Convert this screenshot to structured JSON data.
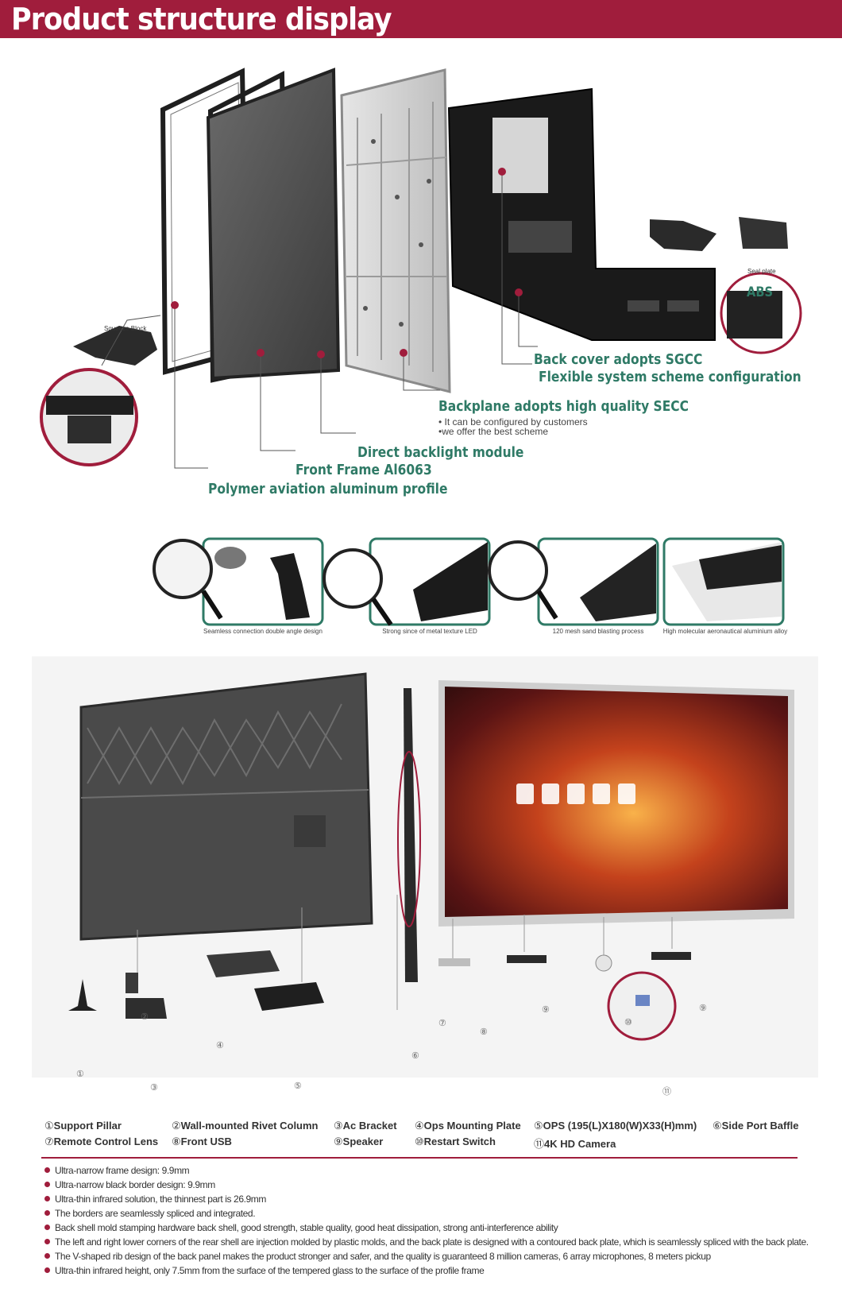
{
  "header": {
    "title": "Product structure display"
  },
  "exploded": {
    "squeeze_block": "Squeeze Block",
    "seal_plate": "Seal plate",
    "abs": "ABS",
    "back_cover": "Back cover adopts SGCC",
    "flexible": "Flexible system scheme configuration",
    "backplane": "Backplane adopts high quality SECC",
    "backplane_note1": "• It can be configured by customers",
    "backplane_note2": "•we offer the best scheme",
    "direct_backlight": "Direct backlight module",
    "front_frame": "Front Frame Al6063",
    "polymer": "Polymer aviation aluminum profile"
  },
  "thumbs": [
    {
      "caption": "Seamless connection double angle design"
    },
    {
      "caption": "Strong since of metal texture LED"
    },
    {
      "caption": "120 mesh sand blasting process"
    },
    {
      "caption": "High molecular aeronautical aluminium alloy"
    }
  ],
  "numbers": [
    "①",
    "②",
    "③",
    "④",
    "⑤",
    "⑥",
    "⑦",
    "⑧",
    "⑨",
    "⑨",
    "⑩",
    "⑪"
  ],
  "legend": [
    {
      "num": "①",
      "label": "Support Pillar"
    },
    {
      "num": "②",
      "label": "Wall-mounted Rivet Column"
    },
    {
      "num": "③",
      "label": "Ac Bracket"
    },
    {
      "num": "④",
      "label": "Ops Mounting Plate"
    },
    {
      "num": "⑤",
      "label": "OPS  (195(L)X180(W)X33(H)mm)"
    },
    {
      "num": "⑥",
      "label": "Side Port Baffle"
    },
    {
      "num": "⑦",
      "label": "Remote Control Lens"
    },
    {
      "num": "⑧",
      "label": "Front USB"
    },
    {
      "num": "⑨",
      "label": "Speaker"
    },
    {
      "num": "⑩",
      "label": "Restart Switch"
    },
    {
      "num": "⑪",
      "label": "4K HD Camera"
    }
  ],
  "features": [
    "Ultra-narrow frame design: 9.9mm",
    "Ultra-narrow black border design: 9.9mm",
    "Ultra-thin infrared solution, the thinnest part is 26.9mm",
    "The borders are seamlessly spliced and integrated.",
    "Back shell mold stamping hardware back shell, good strength, stable quality, good heat dissipation, strong anti-interference ability",
    "The left and right lower corners of the rear shell are injection molded by plastic molds, and the back plate is designed with a contoured back plate, which is seamlessly spliced with the back plate.",
    "The V-shaped rib design of the back panel makes the product stronger and safer, and the quality is guaranteed 8 million cameras, 6 array microphones, 8 meters pickup",
    "Ultra-thin infrared height, only 7.5mm from the surface of the tempered glass to the surface of the profile frame"
  ],
  "colors": {
    "brand": "#a01d3c",
    "callout": "#2f7a66"
  }
}
